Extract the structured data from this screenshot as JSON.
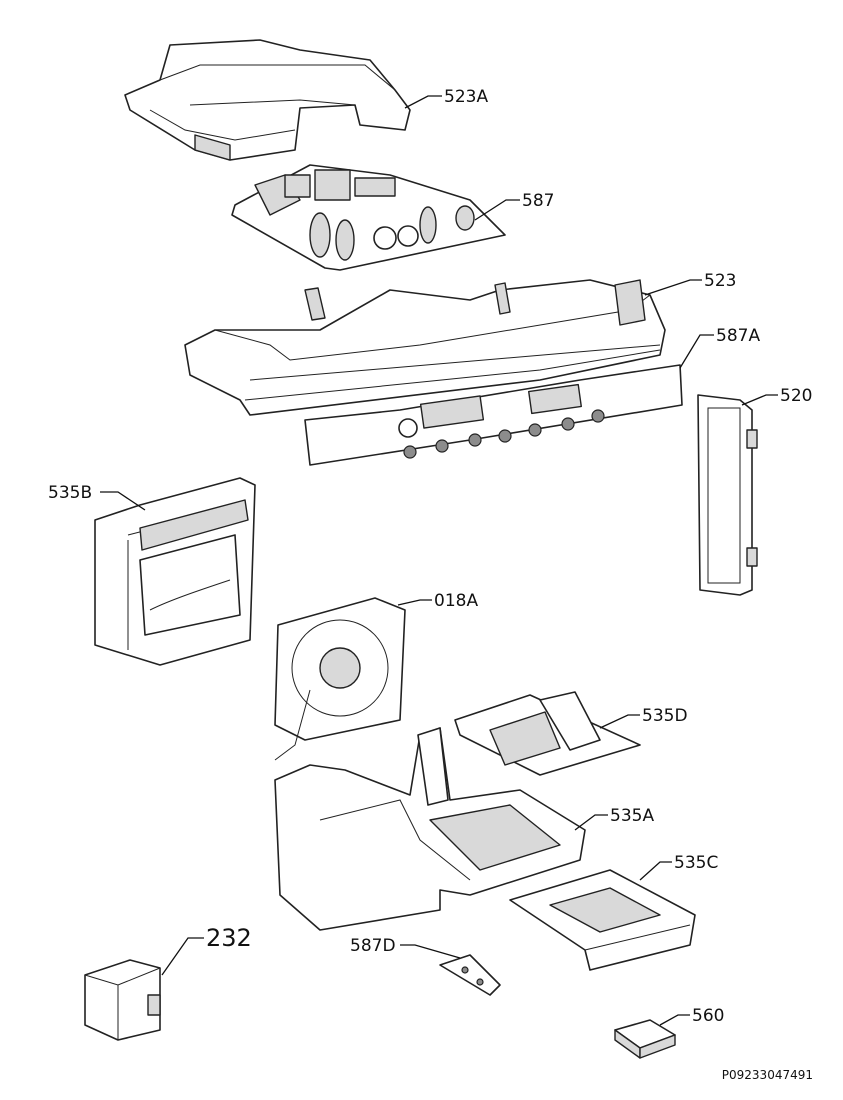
{
  "labels": {
    "p523A": "523A",
    "p587": "587",
    "p523": "523",
    "p587A": "587A",
    "p520": "520",
    "p535B": "535B",
    "p018A": "018A",
    "p535D": "535D",
    "p535A": "535A",
    "p535C": "535C",
    "p232": "232",
    "p587D": "587D",
    "p560": "560"
  },
  "reference": "P09233047491",
  "colors": {
    "line": "#222222",
    "fill": "#ffffff",
    "shade": "#d9d9d9"
  }
}
